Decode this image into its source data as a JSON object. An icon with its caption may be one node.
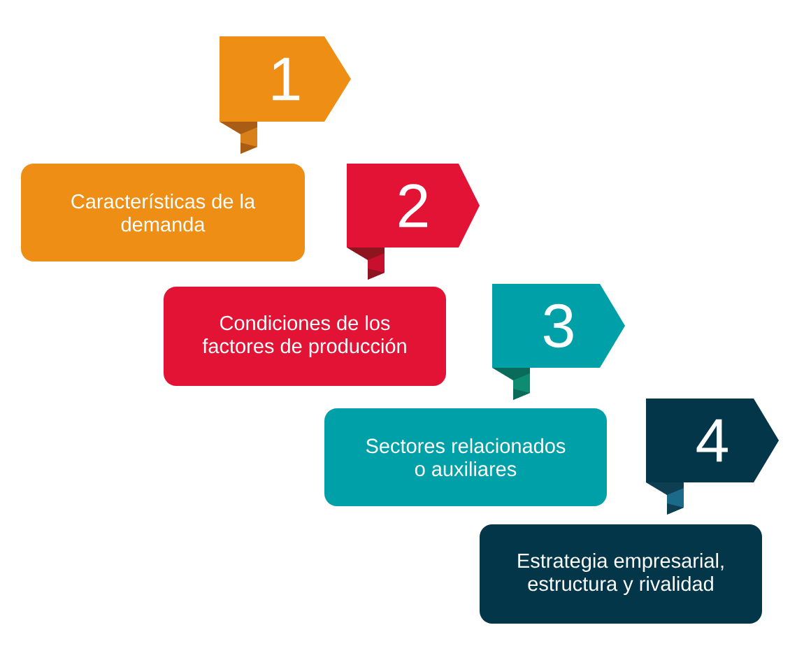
{
  "diagram": {
    "nodes": [
      {
        "text": [
          "1"
        ]
      },
      {
        "text": [
          "Características de la demanda"
        ]
      },
      {
        "text": [
          "2"
        ]
      },
      {
        "text": [
          "Condiciones de los factores de producción"
        ]
      },
      {
        "text": [
          "3"
        ]
      },
      {
        "text": [
          "Sectores relacionados o auxiliares"
        ]
      },
      {
        "text": [
          "4"
        ]
      },
      {
        "text": [
          "Estrategia empresarial, estructura y rivalidad"
        ]
      }
    ]
  }
}
